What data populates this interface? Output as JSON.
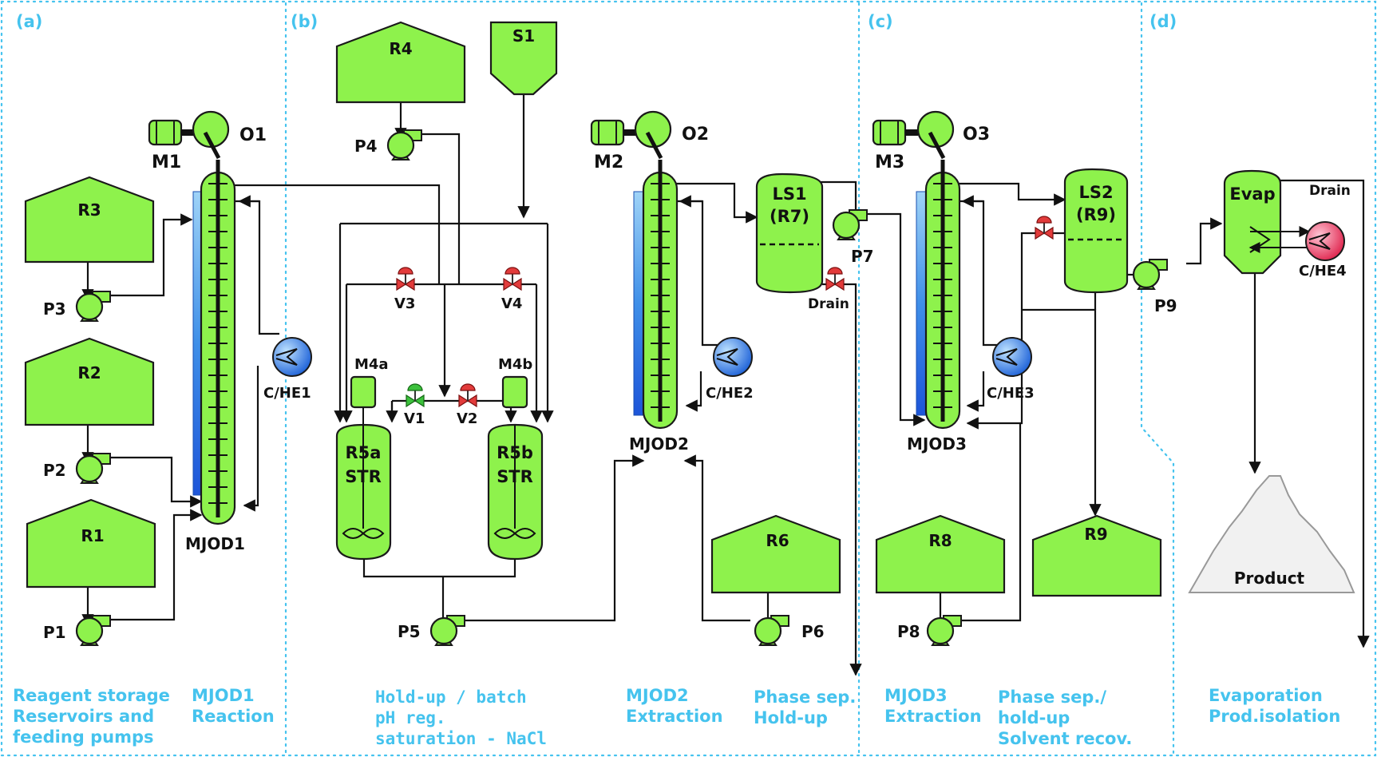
{
  "sections": {
    "a": "(a)",
    "b": "(b)",
    "c": "(c)",
    "d": "(d)"
  },
  "captions": {
    "a1": [
      "Reagent storage",
      "Reservoirs and",
      "feeding pumps"
    ],
    "a2": [
      "MJOD1",
      "Reaction"
    ],
    "b1": [
      "Hold-up / batch",
      "pH  reg.",
      "saturation - NaCl"
    ],
    "b2": [
      "MJOD2",
      "Extraction"
    ],
    "b3": [
      "Phase sep.",
      "Hold-up"
    ],
    "c1": [
      "MJOD3",
      "Extraction"
    ],
    "c2": [
      "Phase sep./",
      "hold-up",
      "Solvent recov."
    ],
    "d1": [
      "Evaporation",
      "Prod.isolation"
    ]
  },
  "labels": {
    "R1": "R1",
    "R2": "R2",
    "R3": "R3",
    "R4": "R4",
    "R6": "R6",
    "R8": "R8",
    "R9": "R9",
    "S1": "S1",
    "P1": "P1",
    "P2": "P2",
    "P3": "P3",
    "P4": "P4",
    "P5": "P5",
    "P6": "P6",
    "P7": "P7",
    "P8": "P8",
    "P9": "P9",
    "M1": "M1",
    "M2": "M2",
    "M3": "M3",
    "O1": "O1",
    "O2": "O2",
    "O3": "O3",
    "MJOD1": "MJOD1",
    "MJOD2": "MJOD2",
    "MJOD3": "MJOD3",
    "CHE1": "C/HE1",
    "CHE2": "C/HE2",
    "CHE3": "C/HE3",
    "CHE4": "C/HE4",
    "V1": "V1",
    "V2": "V2",
    "V3": "V3",
    "V4": "V4",
    "M4a": "M4a",
    "M4b": "M4b",
    "R5a1": "R5a",
    "R5a2": "STR",
    "R5b1": "R5b",
    "R5b2": "STR",
    "LS1a": "LS1",
    "LS1b": "(R7)",
    "LS2a": "LS2",
    "LS2b": "(R9)",
    "Drain1": "Drain",
    "Drain2": "Drain",
    "Evap": "Evap",
    "Product": "Product"
  },
  "colors": {
    "equipment": "#8ef24c",
    "section_text": "#45c3ee",
    "cooler": "#2f7fe6",
    "heater": "#e8305e",
    "valve_closed": "#e23b3b",
    "valve_open": "#3cc13c",
    "jacket": "#2f7fe6"
  }
}
